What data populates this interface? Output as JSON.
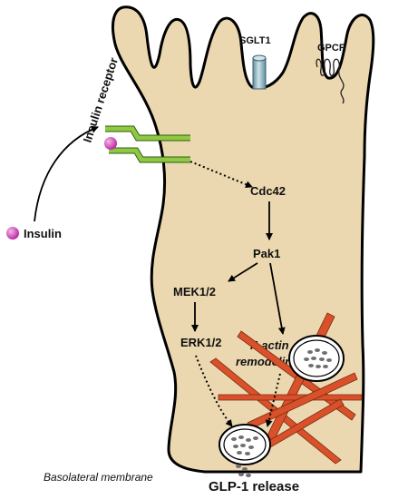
{
  "labels": {
    "sglt1": "SGLT1",
    "gpcr": "GPCR",
    "insulin_receptor": "Insulin receptor",
    "insulin": "Insulin",
    "cdc42": "Cdc42",
    "pak1": "Pak1",
    "mek12": "MEK1/2",
    "erk12": "ERK1/2",
    "factin_line1": "F-actin",
    "factin_line2": "remodeling",
    "basolateral": "Basolateral membrane",
    "glp1": "GLP-1 release"
  },
  "colors": {
    "cell_fill": "#ecd8b0",
    "cell_stroke": "#000000",
    "receptor": "#8fc843",
    "insulin_dot": "#d94fbf",
    "actin": "#d9512a",
    "actin_stroke": "#7a2a10",
    "sglt1": "#8ab5c4"
  }
}
